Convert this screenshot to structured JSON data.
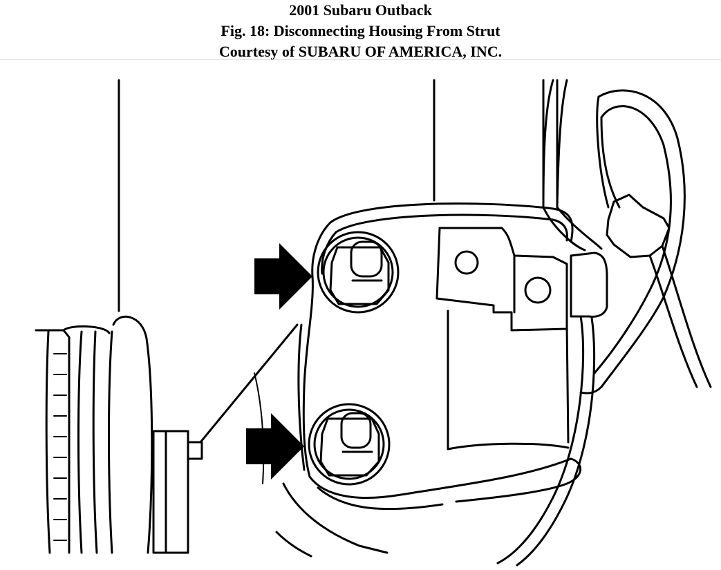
{
  "caption": {
    "vehicle": "2001 Subaru Outback",
    "figure_title": "Fig. 18: Disconnecting Housing From Strut",
    "credit": "Courtesy of SUBARU OF AMERICA, INC."
  },
  "diagram": {
    "arrow_count": 2,
    "bolt_count": 2
  }
}
